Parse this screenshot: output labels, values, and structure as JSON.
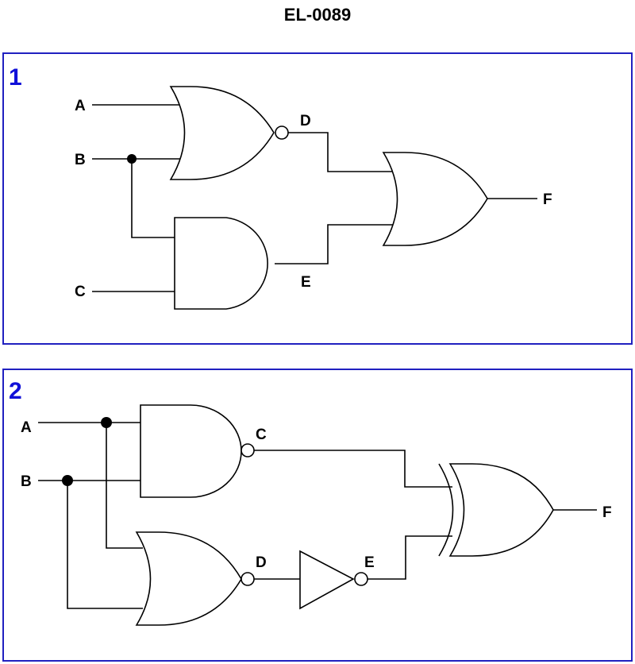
{
  "title": "EL-0089",
  "colors": {
    "frame": "#2020c0",
    "panel_number": "#1010d8",
    "line": "#000000"
  },
  "circuits": [
    {
      "number": "1",
      "inputs": [
        "A",
        "B",
        "C"
      ],
      "gates": [
        {
          "id": "D",
          "type": "NOR",
          "inputs": [
            "A",
            "B"
          ],
          "label": "D"
        },
        {
          "id": "E",
          "type": "AND",
          "inputs": [
            "B",
            "C"
          ],
          "label": "E"
        },
        {
          "id": "F",
          "type": "OR",
          "inputs": [
            "D",
            "E"
          ],
          "label": "F"
        }
      ],
      "labels": {
        "A": "A",
        "B": "B",
        "C": "C",
        "D": "D",
        "E": "E",
        "F": "F"
      }
    },
    {
      "number": "2",
      "inputs": [
        "A",
        "B"
      ],
      "gates": [
        {
          "id": "C",
          "type": "NAND",
          "inputs": [
            "A",
            "B"
          ],
          "label": "C"
        },
        {
          "id": "D",
          "type": "NOR",
          "inputs": [
            "A",
            "B"
          ],
          "label": "D"
        },
        {
          "id": "E",
          "type": "NOT",
          "inputs": [
            "D"
          ],
          "label": "E"
        },
        {
          "id": "F",
          "type": "XOR",
          "inputs": [
            "C",
            "E"
          ],
          "label": "F"
        }
      ],
      "labels": {
        "A": "A",
        "B": "B",
        "C": "C",
        "D": "D",
        "E": "E",
        "F": "F"
      }
    }
  ]
}
